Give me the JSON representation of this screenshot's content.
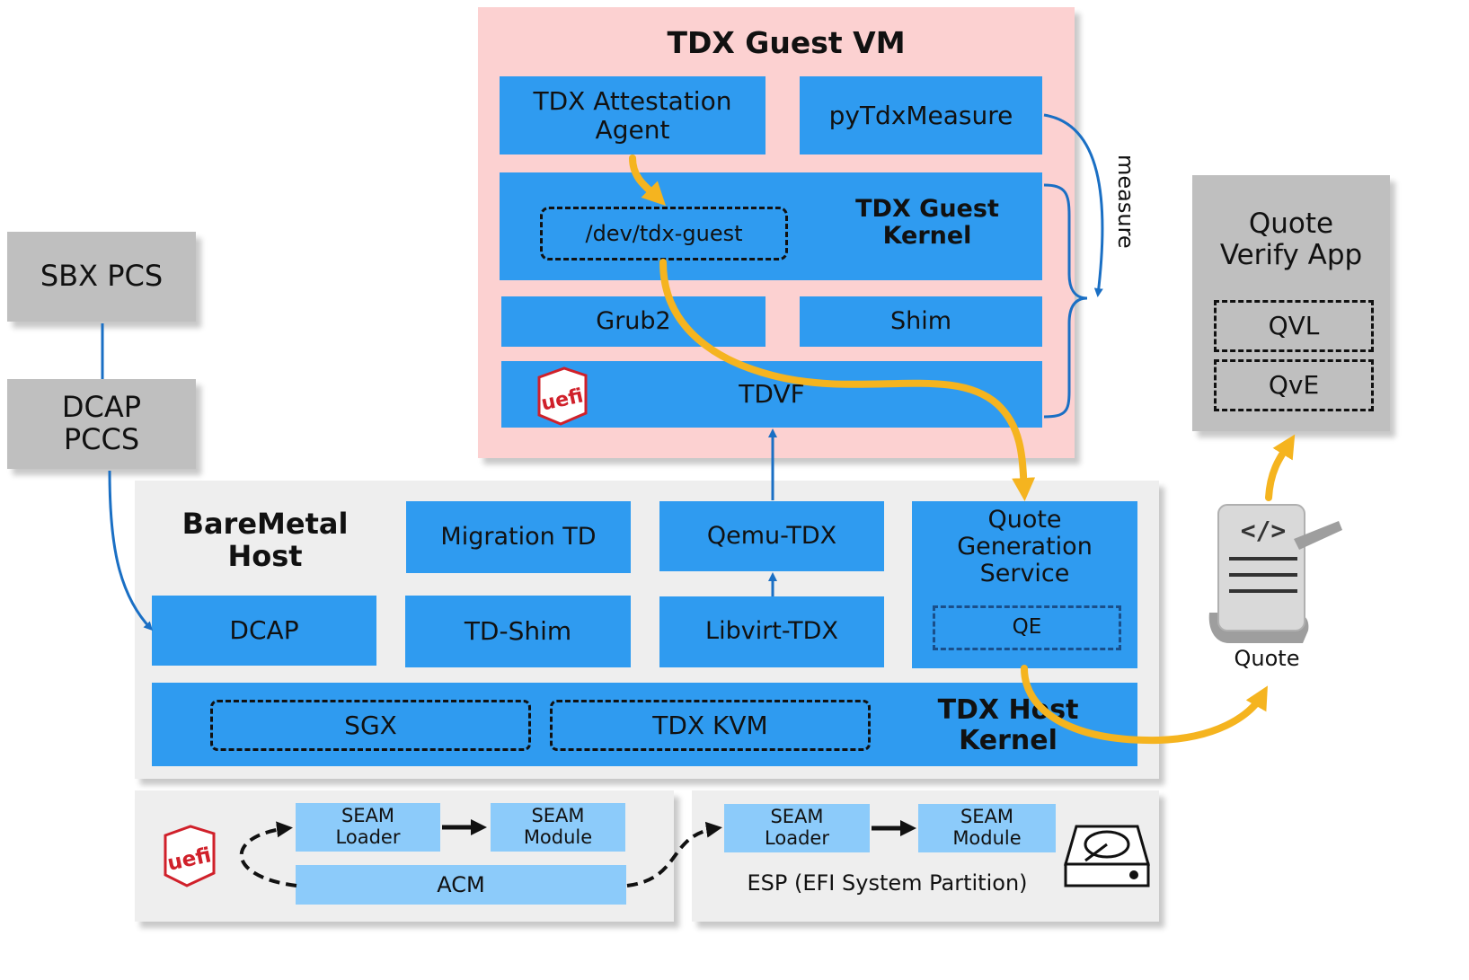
{
  "guest_vm": {
    "title": "TDX Guest VM",
    "attestation_agent": "TDX Attestation\nAgent",
    "pytdxmeasure": "pyTdxMeasure",
    "dev_tdx_guest": "/dev/tdx-guest",
    "guest_kernel": "TDX Guest\nKernel",
    "grub2": "Grub2",
    "shim": "Shim",
    "tdvf": "TDVF",
    "measure_label": "measure"
  },
  "pcs": {
    "sbx_pcs": "SBX PCS",
    "dcap_pccs": "DCAP\nPCCS"
  },
  "verify_app": {
    "title": "Quote\nVerify App",
    "qvl": "QVL",
    "qve": "QvE"
  },
  "quote_doc": {
    "code_glyph": "</>",
    "label": "Quote"
  },
  "host": {
    "title": "BareMetal\nHost",
    "migration_td": "Migration TD",
    "qemu_tdx": "Qemu-TDX",
    "qgs": "Quote\nGeneration\nService",
    "qe": "QE",
    "dcap": "DCAP",
    "td_shim": "TD-Shim",
    "libvirt_tdx": "Libvirt-TDX",
    "sgx": "SGX",
    "tdx_kvm": "TDX KVM",
    "host_kernel": "TDX Host\nKernel"
  },
  "firmware": {
    "seam_loader": "SEAM\nLoader",
    "seam_module": "SEAM\nModule",
    "acm": "ACM"
  },
  "esp": {
    "seam_loader": "SEAM\nLoader",
    "seam_module": "SEAM\nModule",
    "label": "ESP (EFI System Partition)"
  },
  "logos": {
    "uefi_text": "uefi"
  },
  "colors": {
    "guest_bg": "#fcd1d1",
    "box_blue": "#2f9bf0",
    "box_light_blue": "#8ccbfa",
    "gray": "#bfbfbf",
    "host_bg": "#eeeeee",
    "arrow_blue": "#1a6fc4",
    "flow_orange": "#f5b41f",
    "uefi_red": "#d0202a"
  }
}
